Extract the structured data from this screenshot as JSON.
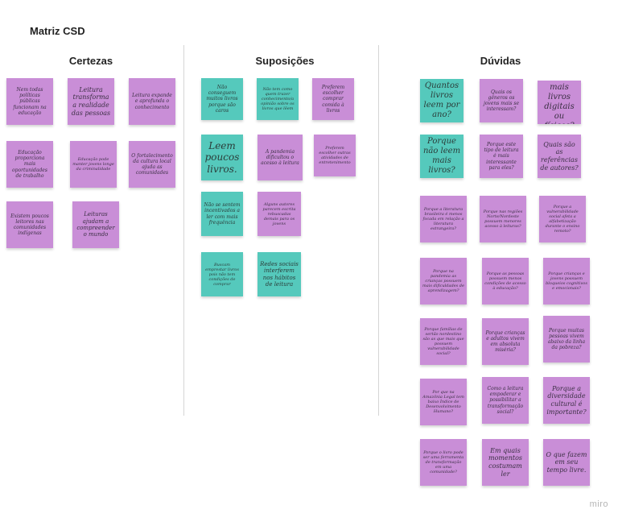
{
  "board_title": "Matriz CSD",
  "columns": {
    "certezas": "Certezas",
    "suposicoes": "Suposições",
    "duvidas": "Dúvidas"
  },
  "colors": {
    "purple": "#c98ed7",
    "teal": "#55c9bc"
  },
  "certezas": [
    "Nem todas políticas públicas funcionam na educação",
    "Leitura transforma a realidade das pessoas",
    "Leitura expande e aprofunda o conhecimento",
    "Educação proporciona mais oportunidades de trabalho",
    "Educação pode manter jovens longe da criminalidade",
    "O fortalecimento da cultura local ajuda as comunidades",
    "Existem poucos leitores nas comunidades indígenas",
    "Leituras ajudam a compreender o mundo"
  ],
  "suposicoes": [
    "Não conseguem muitos livros porque são caros",
    "Não tem como quem trazer conhecimento/a opinião sobre os livros que lêem",
    "Preferem escolher comprar comida à livros",
    "Leem poucos livros.",
    "A pandemia dificultou o acesso à leitura",
    "Preferem escolher outras atividades de entretenimento",
    "Não se sentem incentivados a ler com mais frequência",
    "Alguns autores parecem escrita rebuscadas demais para os jovens",
    "Buscam emprestar livros pois não tem condições de comprar",
    "Redes sociais interferem nos hábitos de leitura"
  ],
  "duvidas": [
    "Quantos livros leem por ano?",
    "Quais os gêneros os jovens mais se interessam?",
    "Leem mais livros digitais ou físicos?",
    "Porque não leem mais livros?",
    "Porque este tipo de leitura é mais interessante para eles?",
    "Quais são as referências de autores?",
    "Porque a literatura brasileira é menos focada em relação a literatura estrangeira?",
    "Porque nas regiões Norte/Nordeste possuem menores acesso à leituras?",
    "Porque a vulnerabilidade social afeta a alfabetização durante o ensino remoto?",
    "Porque na pandemia as crianças possuem mais dificuldades de aprendizagem?",
    "Porque as pessoas possuem menos condições de acesso à educação?",
    "Porque crianças e jovens possuem bloqueios cognitivos e emocionais?",
    "Porque famílias de sertão nordestino são as que mais que possuem vulnerabilidade social?",
    "Porque crianças e adultos vivem em absoluta miséria?",
    "Porque muitas pessoas vivem abaixo da linha da pobreza?",
    "Por que na Amazônia Legal tem baixo Índice de Desenvolvimento Humano?",
    "Como a leitura empoderar e possibilitar a transformação social?",
    "Porque a diversidade cultural é importante?",
    "Porque o livro pode ser uma ferramenta de transformação em uma comunidade?",
    "Em quais momentos costumam ler",
    "O que fazem em seu tempo livre."
  ],
  "logo": "miro"
}
